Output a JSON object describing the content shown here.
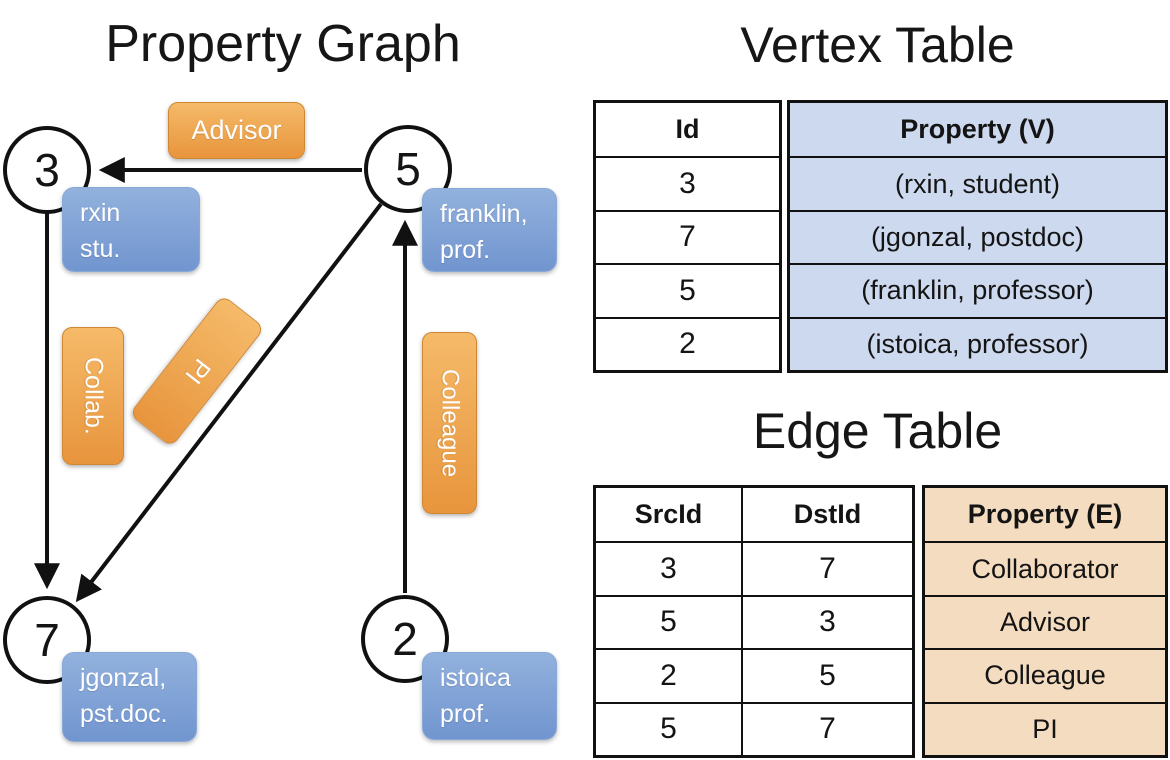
{
  "graph": {
    "title": "Property Graph",
    "vertices": [
      {
        "id": "3",
        "line1": "rxin",
        "line2": "stu."
      },
      {
        "id": "5",
        "line1": "franklin,",
        "line2": "prof."
      },
      {
        "id": "7",
        "line1": "jgonzal,",
        "line2": "pst.doc."
      },
      {
        "id": "2",
        "line1": "istoica",
        "line2": "prof."
      }
    ],
    "edge_labels": {
      "advisor": "Advisor",
      "collab": "Collab.",
      "pi": "PI",
      "colleague": "Colleague"
    },
    "edges": [
      {
        "src": "5",
        "dst": "3",
        "label": "Advisor"
      },
      {
        "src": "3",
        "dst": "7",
        "label": "Collab."
      },
      {
        "src": "5",
        "dst": "7",
        "label": "PI"
      },
      {
        "src": "2",
        "dst": "5",
        "label": "Colleague"
      }
    ]
  },
  "vertex_table": {
    "title": "Vertex Table",
    "columns": [
      "Id",
      "Property (V)"
    ],
    "rows": [
      [
        "3",
        "(rxin, student)"
      ],
      [
        "7",
        "(jgonzal, postdoc)"
      ],
      [
        "5",
        "(franklin, professor)"
      ],
      [
        "2",
        "(istoica, professor)"
      ]
    ]
  },
  "edge_table": {
    "title": "Edge Table",
    "columns": [
      "SrcId",
      "DstId",
      "Property (E)"
    ],
    "rows": [
      [
        "3",
        "7",
        "Collaborator"
      ],
      [
        "5",
        "3",
        "Advisor"
      ],
      [
        "2",
        "5",
        "Colleague"
      ],
      [
        "5",
        "7",
        "PI"
      ]
    ]
  },
  "colors": {
    "vertex_property_fill": "#cdd9ee",
    "edge_property_fill": "#f4dcc0",
    "edge_tag_orange": "#eda04a",
    "vertex_box_blue": "#7d9fd5",
    "line_black": "#111111"
  }
}
